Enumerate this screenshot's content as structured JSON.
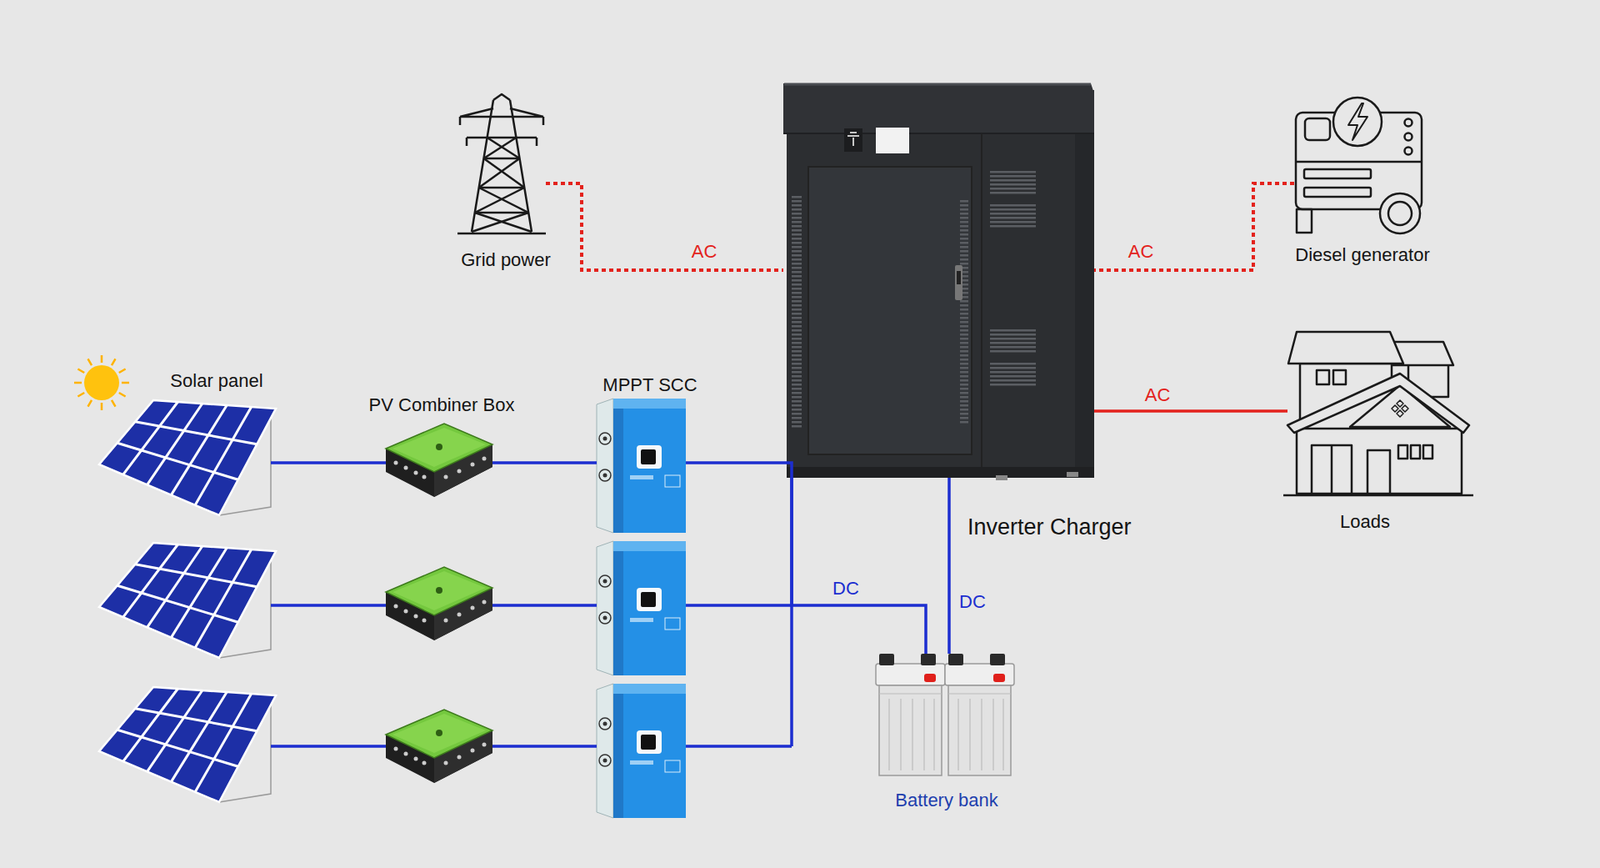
{
  "diagram": {
    "nodes": [
      {
        "text": [
          "Grid power"
        ]
      },
      {
        "text": [
          "Inverter Charger"
        ]
      },
      {
        "text": [
          "Diesel generator"
        ]
      },
      {
        "text": [
          "Solar panel"
        ]
      },
      {
        "text": [
          "PV Combiner Box"
        ]
      },
      {
        "text": [
          "MPPT SCC"
        ]
      },
      {
        "text": [
          "Loads"
        ]
      },
      {
        "text": [
          "Battery bank"
        ]
      }
    ],
    "edges": [
      {
        "from": 0,
        "to": 1,
        "label": "AC",
        "arrow": "none"
      },
      {
        "from": 2,
        "to": 1,
        "label": "AC",
        "arrow": "none"
      },
      {
        "from": 1,
        "to": 6,
        "label": "AC",
        "arrow": "none"
      },
      {
        "from": 3,
        "to": 4,
        "arrow": "none"
      },
      {
        "from": 4,
        "to": 5,
        "arrow": "none"
      },
      {
        "from": 5,
        "to": 7,
        "label": "DC",
        "arrow": "none"
      },
      {
        "from": 1,
        "to": 7,
        "label": "DC",
        "arrow": "none"
      }
    ]
  }
}
